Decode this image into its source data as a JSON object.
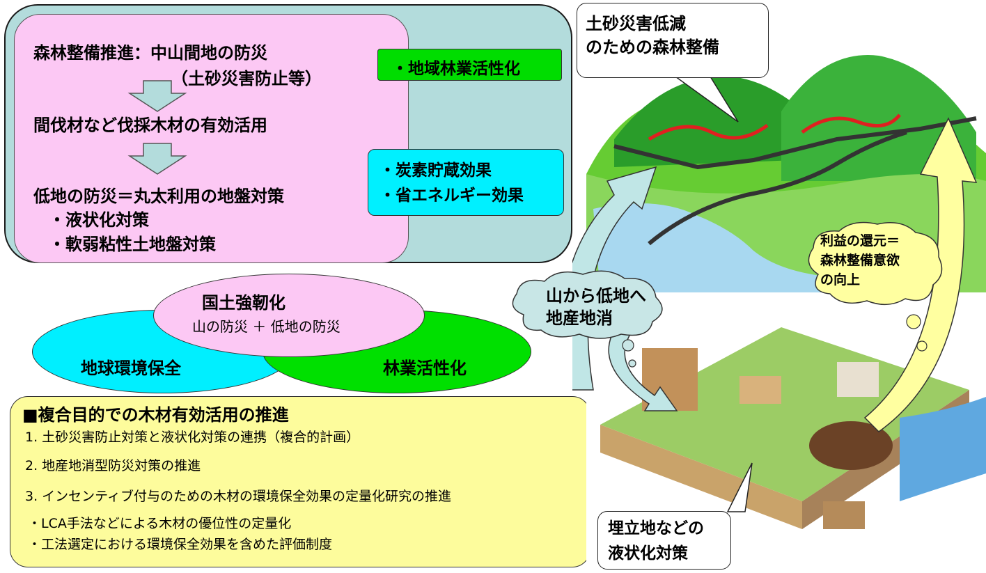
{
  "panel_top": {
    "line1": "森林整備推進：中山間地の防災",
    "line2": "（土砂災害防止等）",
    "line3": "間伐材など伐採木材の有効活用",
    "line4": "低地の防災＝丸太利用の地盤対策",
    "line5": "・液状化対策",
    "line6": "・軟弱粘性土地盤対策",
    "green_tag": "・地域林業活性化",
    "cyan_tag_1": "・炭素貯蔵効果",
    "cyan_tag_2": "・省エネルギー効果"
  },
  "venn": {
    "top_title": "国土強靭化",
    "top_sub": "山の防災 ＋ 低地の防災",
    "left": "地球環境保全",
    "right": "林業活性化"
  },
  "bottom_panel": {
    "title": "■複合目的での木材有効活用の推進",
    "item1": "1. 土砂災害防止対策と液状化対策の連携（複合的計画）",
    "item2": "2. 地産地消型防災対策の推進",
    "item3": "3. インセンティブ付与のための木材の環境保全効果の定量化研究の推進",
    "sub1": "・LCA手法などによる木材の優位性の定量化",
    "sub2": "・工法選定における環境保全効果を含めた評価制度"
  },
  "callouts": {
    "forest_1": "土砂災害低減",
    "forest_2": "のための森林整備",
    "cloud_mid_1": "山から低地へ",
    "cloud_mid_2": "地産地消",
    "cloud_right_1": "利益の還元＝",
    "cloud_right_2": "森林整備意欲",
    "cloud_right_3": "の向上",
    "landfill_1": "埋立地などの",
    "landfill_2": "液状化対策"
  },
  "colors": {
    "teal_panel": "#b3dcdc",
    "pink": "#fcc8f4",
    "green": "#00dd00",
    "cyan": "#00f0ff",
    "yellow": "#fdfc9c",
    "cloud": "#c8e6e6",
    "cloud_yellow": "#ffffa0"
  }
}
